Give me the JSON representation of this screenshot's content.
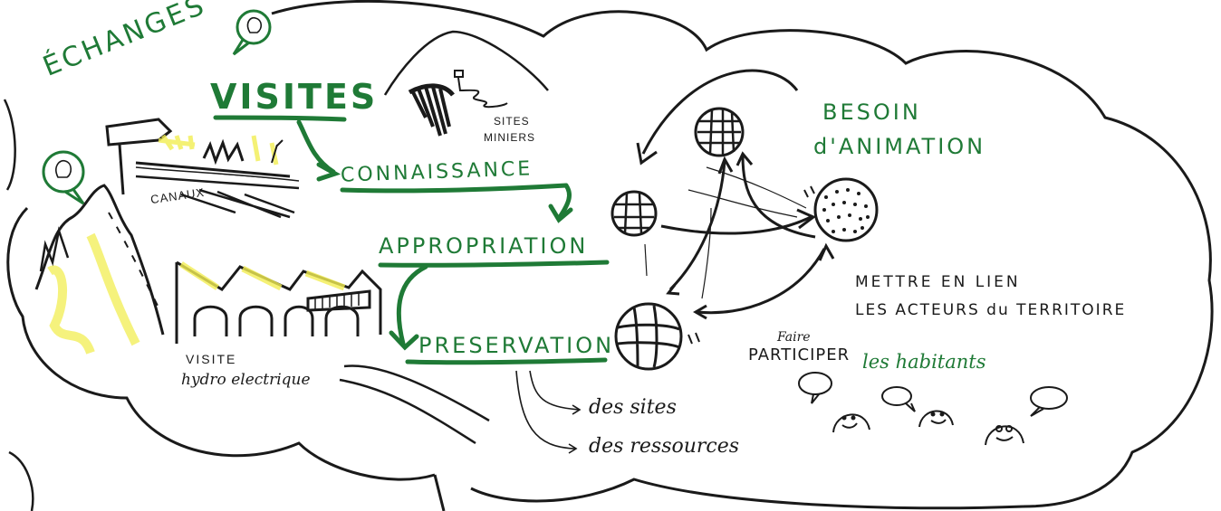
{
  "colors": {
    "ink": "#1a1a1a",
    "green": "#1f7a36",
    "highlight_yellow": "#f2ee52"
  },
  "icons": [
    "lightbulb-icon",
    "signpost-icon",
    "mountain-icon",
    "factory-icon",
    "globe-icon",
    "speech-bubble-icon",
    "face-icon"
  ],
  "labels": {
    "echanges": "ÉCHANGES",
    "visites": "VISITES",
    "canaux": "CANAUX",
    "sites_miniers_1": "SITES",
    "sites_miniers_2": "MINIERS",
    "connaissance": "CONNAISSANCE",
    "appropriation": "APPROPRIATION",
    "preservation": "PRESERVATION",
    "des_sites": "des sites",
    "des_ressources": "des ressources",
    "visite_hydro_1": "VISITE",
    "visite_hydro_2": "hydro electrique",
    "besoin_1": "BESOIN",
    "besoin_2": "d'ANIMATION",
    "mettre_1": "METTRE EN LIEN",
    "mettre_2": "LES ACTEURS du TERRITOIRE",
    "faire": "Faire",
    "participer": "PARTICIPER",
    "habitants": "les habitants"
  }
}
